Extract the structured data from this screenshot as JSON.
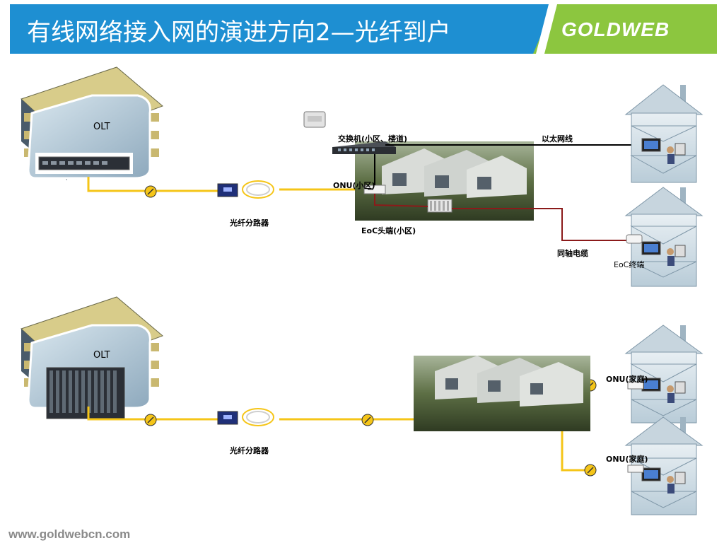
{
  "header": {
    "title": "有线网络接入网的演进方向2—光纤到户",
    "logo": "GOLDWEB"
  },
  "footer": {
    "url": "www.goldwebcn.com"
  },
  "top": {
    "olt_label": "OLT",
    "splitter_label": "光纤分路器",
    "switch_label": "交换机(小区、楼道)",
    "ethernet_label": "以太网线",
    "onu_label": "ONU(小区)",
    "eoc_head_label": "EoC头端(小区)",
    "coax_label": "同轴电缆",
    "eoc_terminal_label": "EoC终端"
  },
  "bottom": {
    "olt_label": "OLT",
    "splitter_label": "光纤分路器",
    "onu_home_1_label": "ONU(家庭)",
    "onu_home_2_label": "ONU(家庭)"
  },
  "colors": {
    "header_blue": "#1e8fd2",
    "header_green": "#8cc63f",
    "fiber": "#f5c518",
    "coax": "#8b1a1a",
    "ethernet": "#000000"
  }
}
